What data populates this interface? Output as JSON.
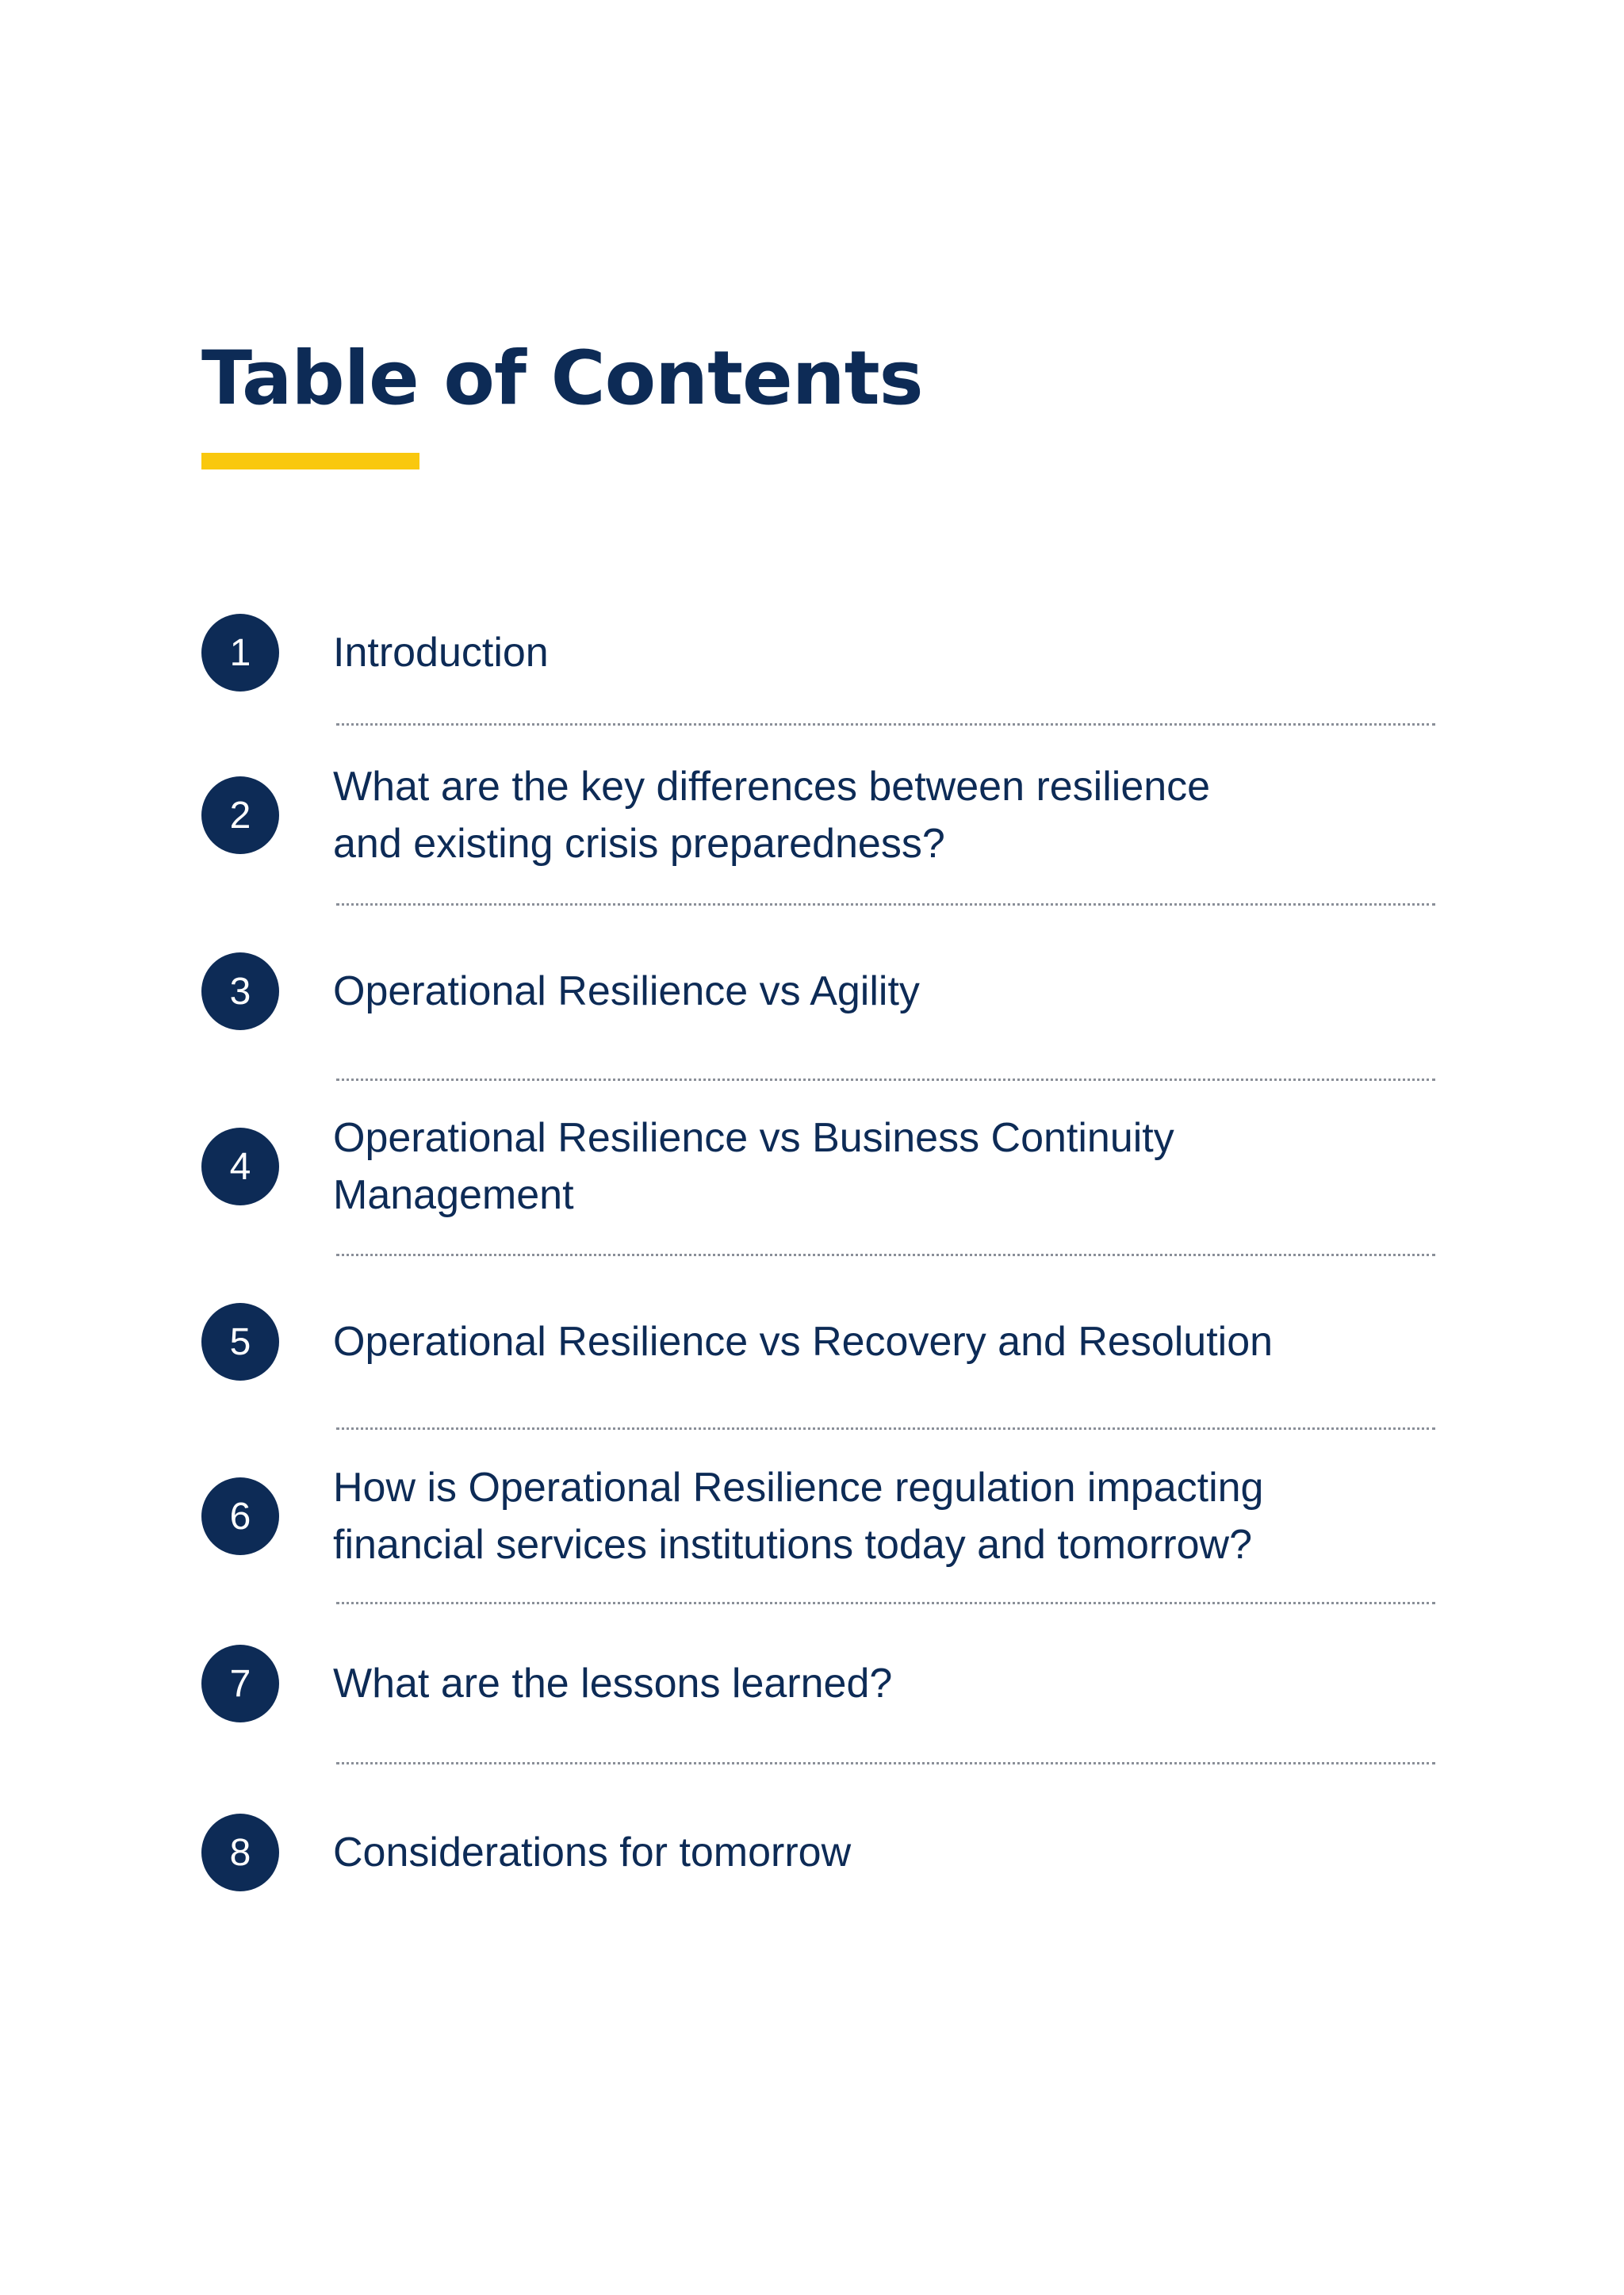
{
  "title": "Table of Contents",
  "accent_color": "#f9c80e",
  "primary_color": "#0d2b56",
  "items": [
    {
      "number": "1",
      "label": "Introduction"
    },
    {
      "number": "2",
      "label": "What are the key differences between resilience\nand existing crisis preparedness?"
    },
    {
      "number": "3",
      "label": "Operational Resilience vs Agility"
    },
    {
      "number": "4",
      "label": "Operational Resilience vs Business Continuity\nManagement"
    },
    {
      "number": "5",
      "label": "Operational Resilience vs Recovery and Resolution"
    },
    {
      "number": "6",
      "label": "How is Operational Resilience regulation impacting\nfinancial services institutions today and tomorrow?"
    },
    {
      "number": "7",
      "label": "What are the lessons learned?"
    },
    {
      "number": "8",
      "label": "Considerations for tomorrow"
    }
  ]
}
